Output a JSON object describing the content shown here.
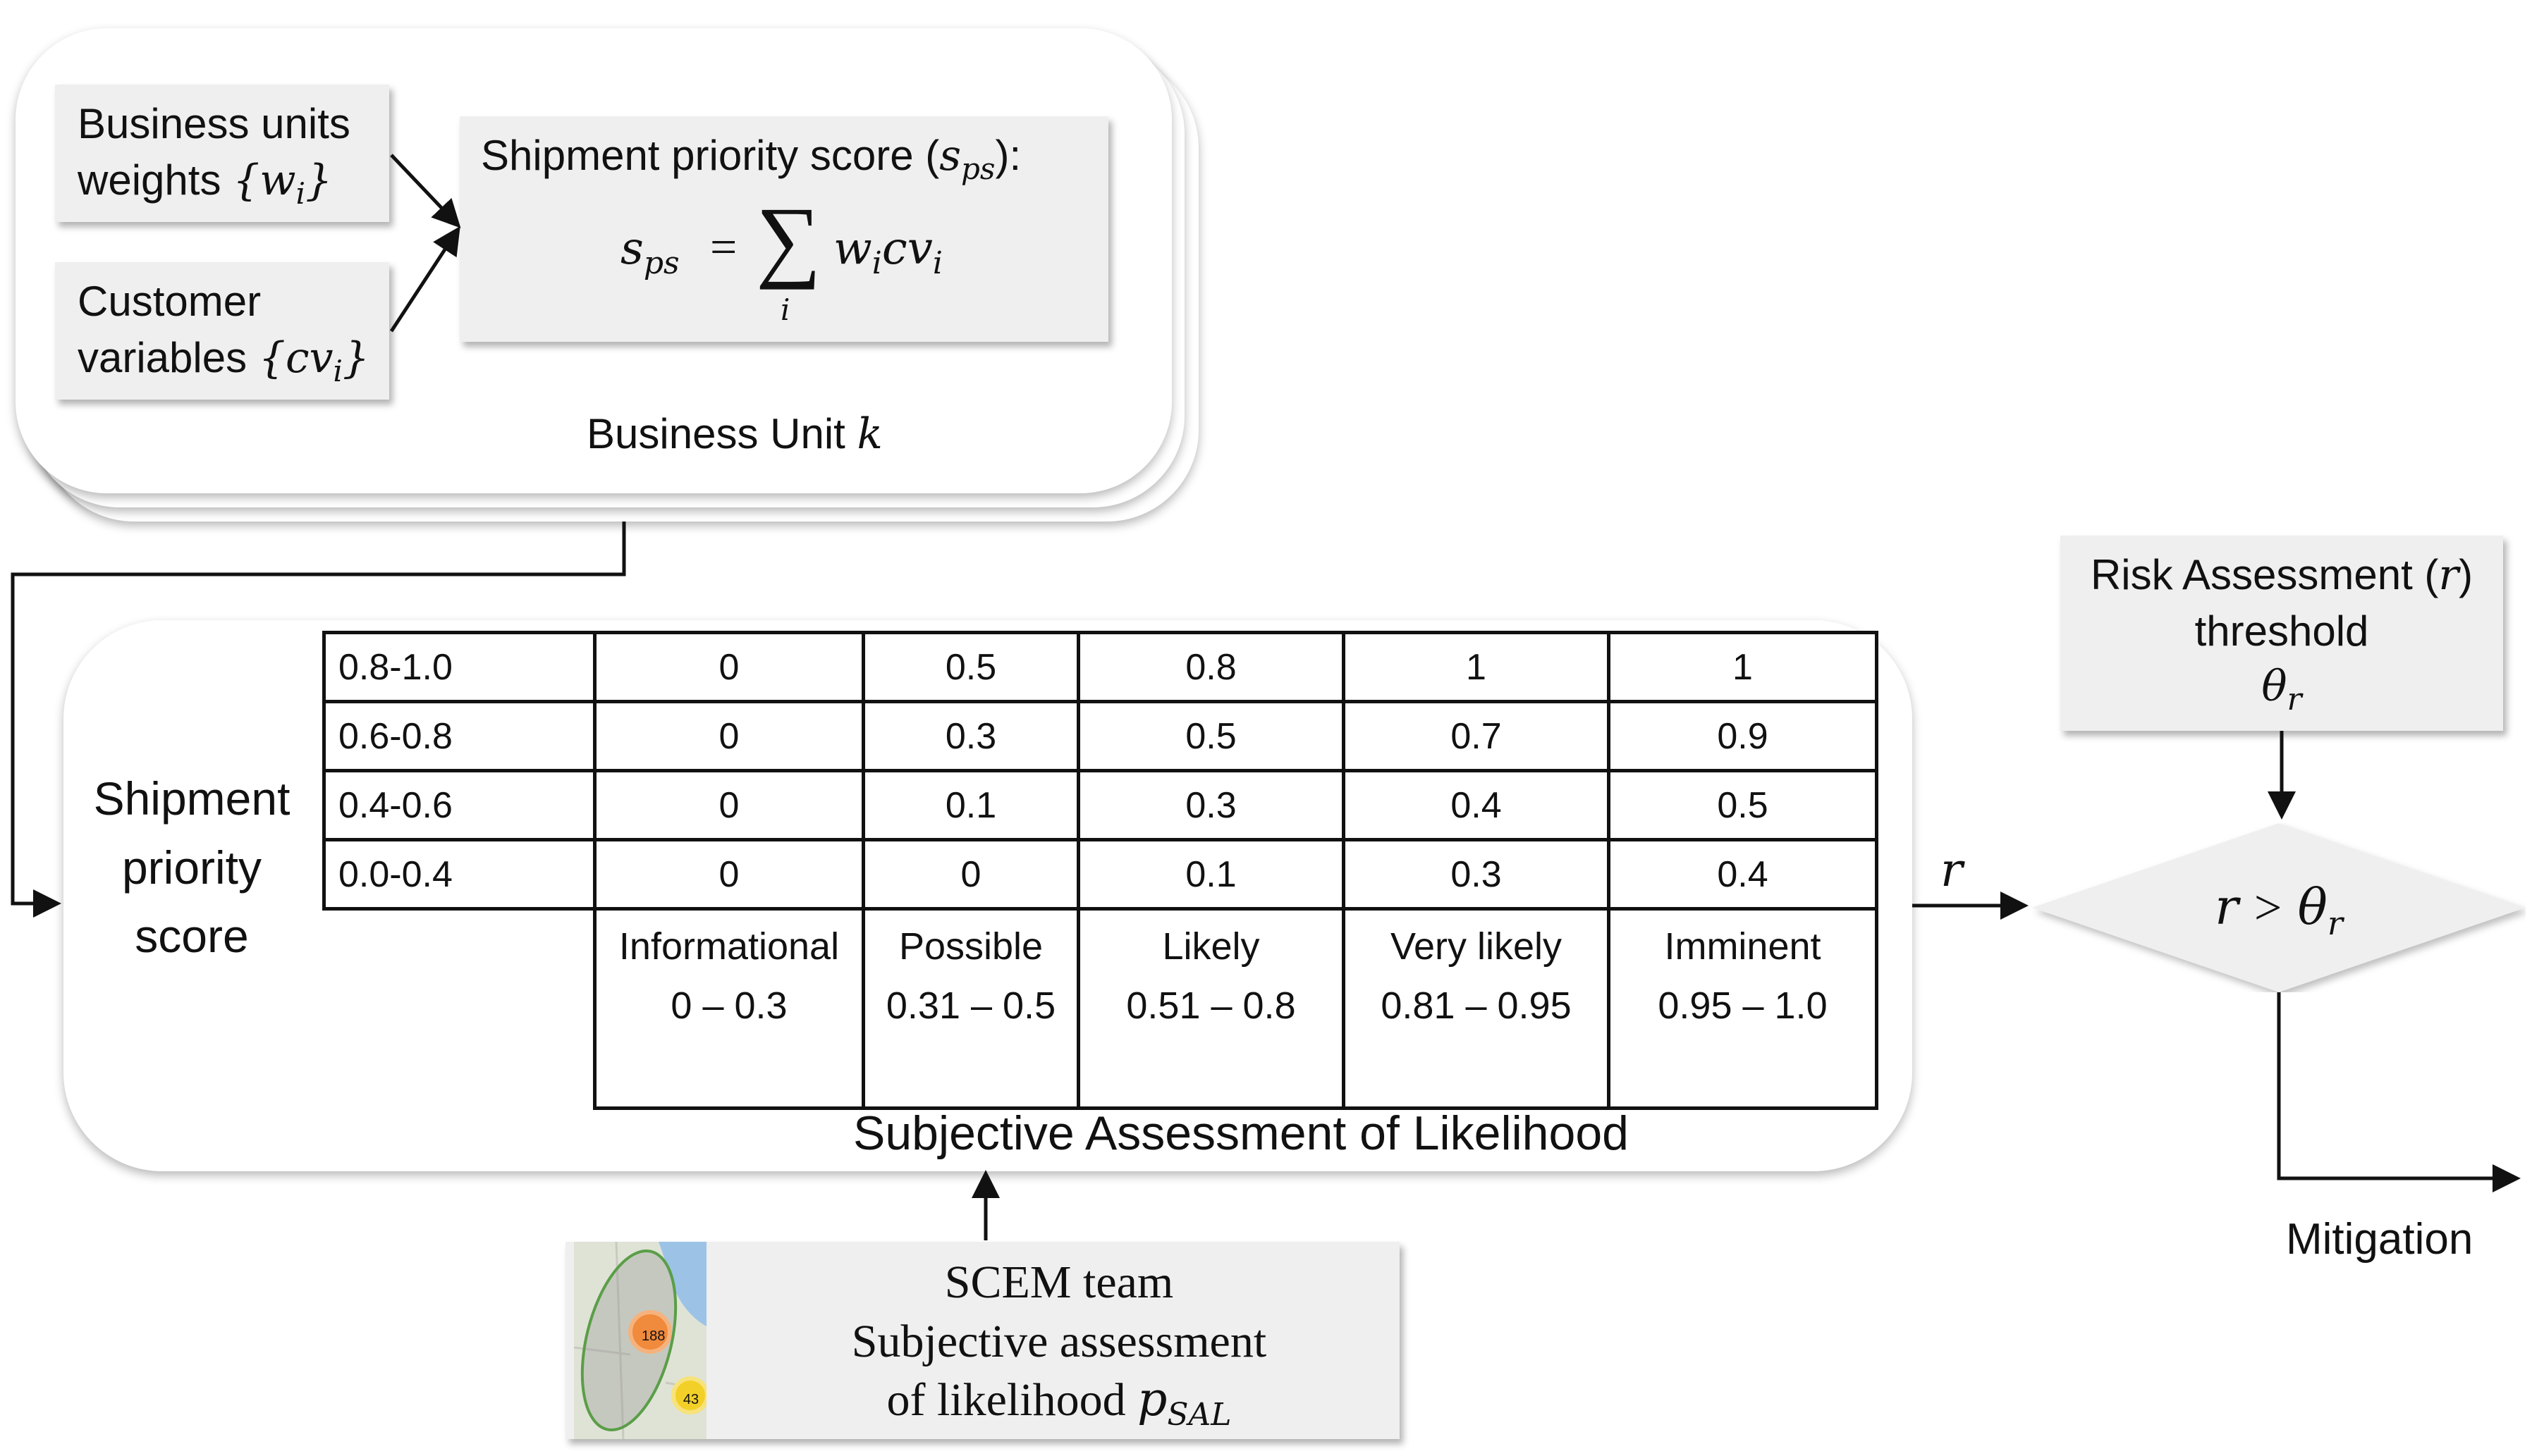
{
  "business_unit": {
    "weights_box": {
      "line1": "Business units",
      "line2": "weights ",
      "math": "{w",
      "sub": "i",
      "close": "}"
    },
    "customer_box": {
      "line1": "Customer",
      "line2": "variables ",
      "math": "{cv",
      "sub": "i",
      "close": "}"
    },
    "score_box": {
      "title": "Shipment priority score (",
      "title_math": "s",
      "title_sub": "ps",
      "title_close": "):",
      "formula_lhs": "s",
      "formula_lhs_sub": "ps",
      "formula_eq": "=",
      "formula_sigma": "∑",
      "formula_index": "i",
      "formula_rhs": "w",
      "formula_rhs_sub1": "i",
      "formula_rhs_mid": "cv",
      "formula_rhs_sub2": "i"
    },
    "unit_label": "Business Unit ",
    "unit_label_math": "k"
  },
  "matrix": {
    "side_label": [
      "Shipment",
      "priority",
      "score"
    ],
    "rows": [
      {
        "range": "0.8-1.0",
        "values": [
          "0",
          "0.5",
          "0.8",
          "1",
          "1"
        ]
      },
      {
        "range": "0.6-0.8",
        "values": [
          "0",
          "0.3",
          "0.5",
          "0.7",
          "0.9"
        ]
      },
      {
        "range": "0.4-0.6",
        "values": [
          "0",
          "0.1",
          "0.3",
          "0.4",
          "0.5"
        ]
      },
      {
        "range": "0.0-0.4",
        "values": [
          "0",
          "0",
          "0.1",
          "0.3",
          "0.4"
        ]
      }
    ],
    "categories": [
      {
        "name": "Informational",
        "range": "0 – 0.3"
      },
      {
        "name": "Possible",
        "range": "0.31 – 0.5"
      },
      {
        "name": "Likely",
        "range": "0.51 – 0.8"
      },
      {
        "name": "Very likely",
        "range": "0.81 – 0.95"
      },
      {
        "name": "Imminent",
        "range": "0.95 – 1.0"
      }
    ],
    "bottom_label": "Subjective Assessment of Likelihood"
  },
  "output_label": "r",
  "threshold_box": {
    "line1": "Risk Assessment (",
    "line1_math": "r",
    "line1_close": ")",
    "line2": "threshold",
    "line3": "θ",
    "line3_sub": "r"
  },
  "decision": {
    "lhs": "r",
    "op": ">",
    "rhs": "θ",
    "rhs_sub": "r"
  },
  "mitigation_label": "Mitigation",
  "scem_box": {
    "line1": "SCEM team",
    "line2": "Subjective assessment",
    "line3": "of likelihood ",
    "line3_math": "p",
    "line3_sub": "SAL",
    "map_cluster_large": "188",
    "map_cluster_small": "43"
  },
  "colors": {
    "box_fill": "#efefef",
    "arrow": "#111111",
    "map_land": "#dfe3d6",
    "map_lake": "#9cc3e6",
    "cluster_orange": "#f08a3c",
    "cluster_yellow": "#f2d027",
    "region_green": "#5a9e47"
  }
}
